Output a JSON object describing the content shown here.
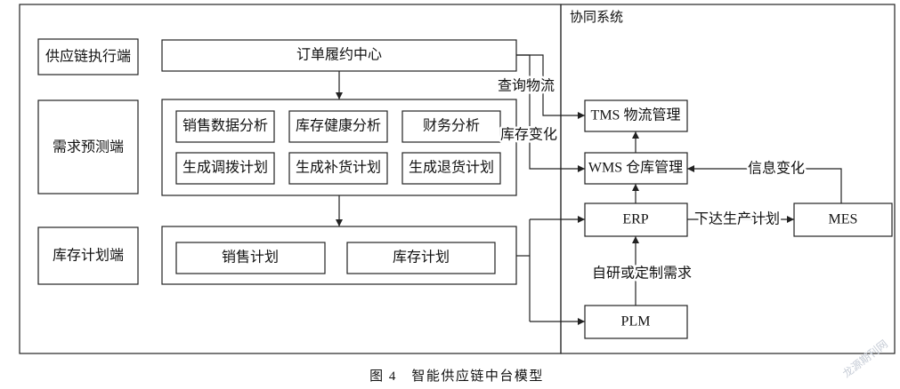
{
  "collab_system": {
    "title": "协同系统"
  },
  "tiers": {
    "execution": "供应链执行端",
    "forecast": "需求预测端",
    "inventory_plan": "库存计划端"
  },
  "center": {
    "order_fulfillment": "订单履约中心",
    "forecast_items": [
      "销售数据分析",
      "库存健康分析",
      "财务分析",
      "生成调拨计划",
      "生成补货计划",
      "生成退货计划"
    ],
    "plan_items": [
      "销售计划",
      "库存计划"
    ]
  },
  "systems": {
    "tms": "TMS 物流管理",
    "wms": "WMS 仓库管理",
    "erp": "ERP",
    "mes": "MES",
    "plm": "PLM"
  },
  "edges": {
    "query_logistics": "查询物流",
    "inventory_change": "库存变化",
    "info_change": "信息变化",
    "issue_production_plan": "下达生产计划",
    "in_house_or_custom": "自研或定制需求"
  },
  "figure": {
    "caption": "图 4　智能供应链中台模型",
    "watermark": "龙源期刊网"
  }
}
